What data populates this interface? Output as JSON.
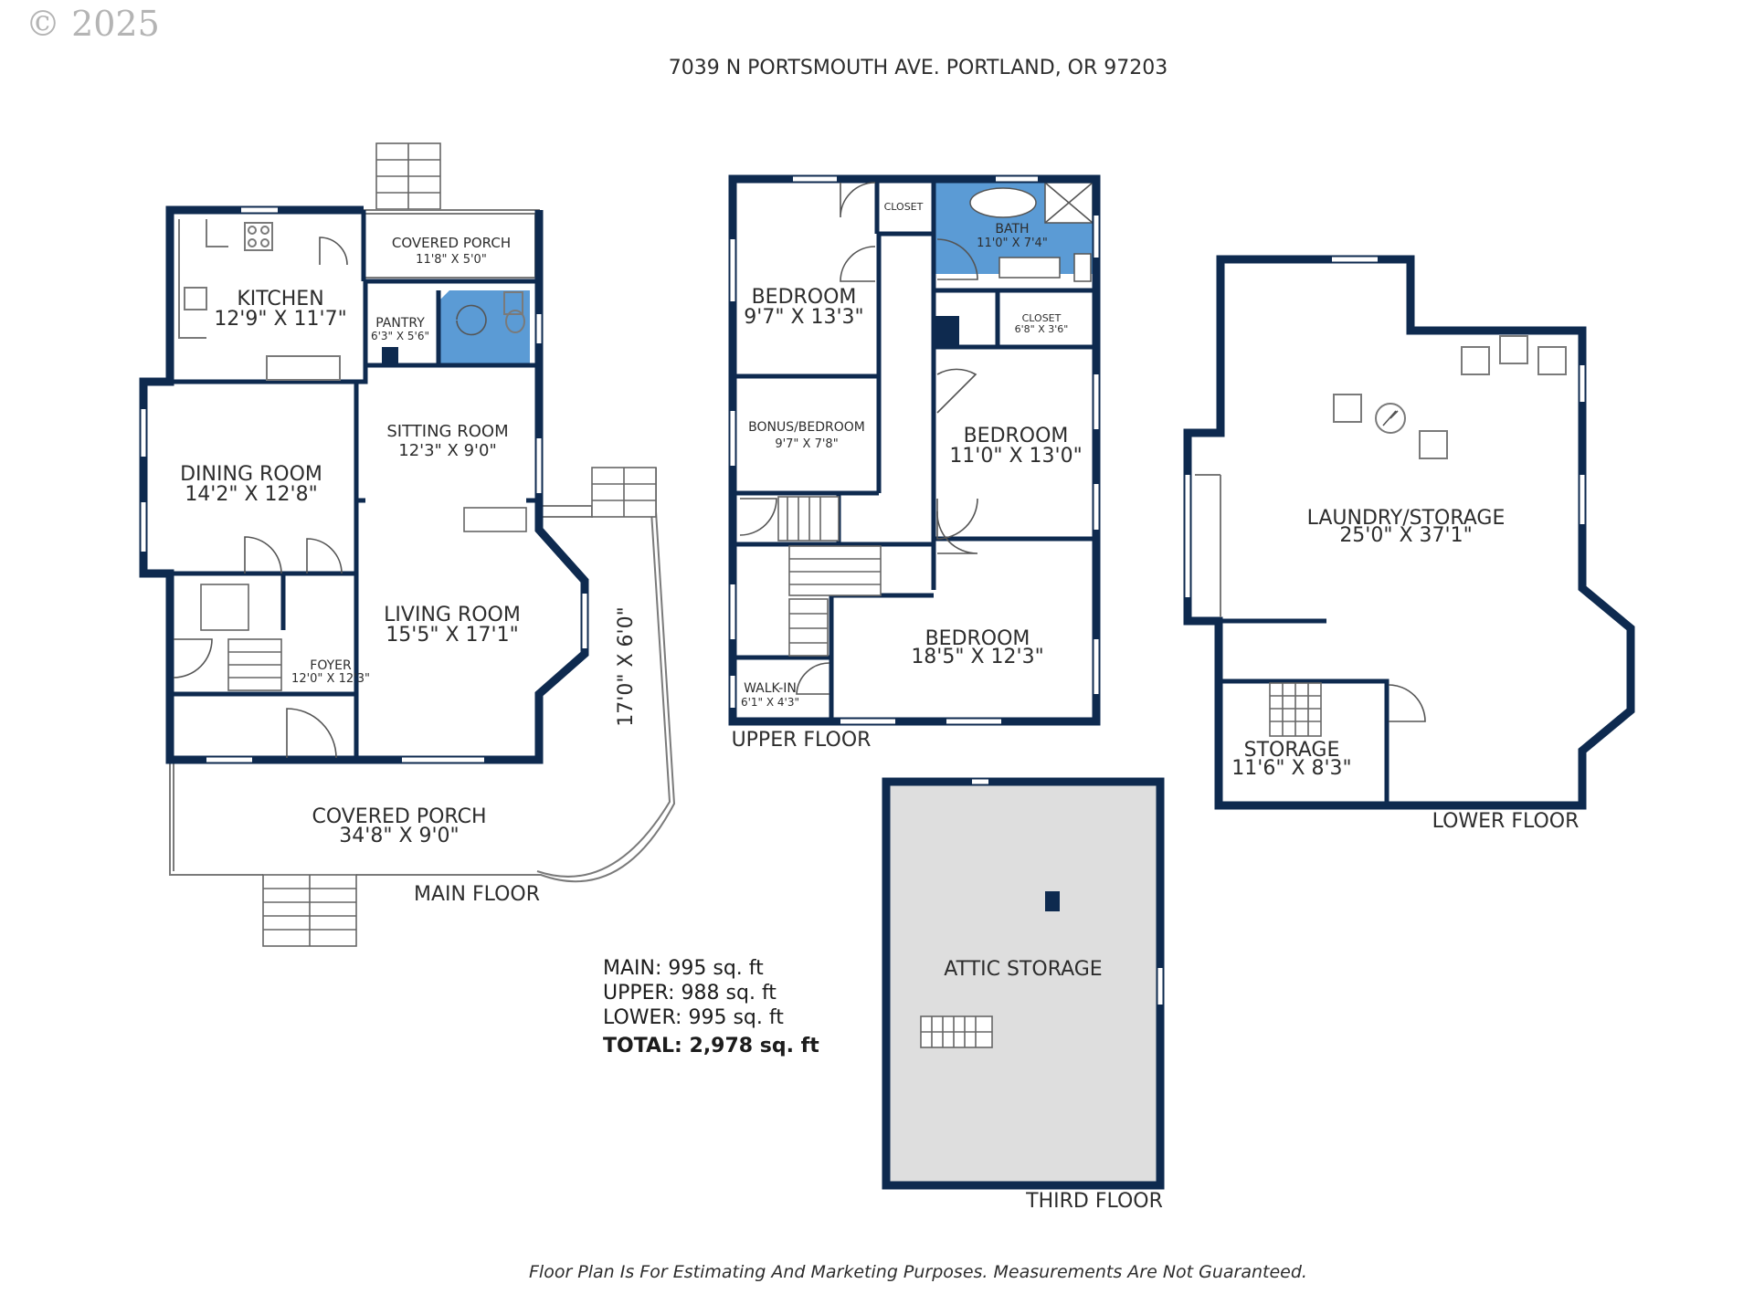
{
  "copyright": "© 2025",
  "address": "7039 N PORTSMOUTH AVE. PORTLAND, OR 97203",
  "floors": {
    "main": "MAIN FLOOR",
    "upper": "UPPER FLOOR",
    "lower": "LOWER FLOOR",
    "third": "THIRD FLOOR"
  },
  "rooms": {
    "main": {
      "kitchen": {
        "name": "KITCHEN",
        "dim": "12'9\" X 11'7\""
      },
      "covered_porch_back": {
        "name": "COVERED PORCH",
        "dim": "11'8\" X 5'0\""
      },
      "pantry": {
        "name": "PANTRY",
        "dim": "6'3\" X 5'6\""
      },
      "dining_room": {
        "name": "DINING ROOM",
        "dim": "14'2\" X 12'8\""
      },
      "sitting_room": {
        "name": "SITTING ROOM",
        "dim": "12'3\" X 9'0\""
      },
      "living_room": {
        "name": "LIVING ROOM",
        "dim": "15'5\" X 17'1\""
      },
      "foyer": {
        "name": "FOYER",
        "dim": "12'0\" X 12'3\""
      },
      "covered_porch_front": {
        "name": "COVERED PORCH",
        "dim": "34'8\" X 9'0\""
      },
      "side_porch_dim": "17'0\" X 6'0\""
    },
    "upper": {
      "closet": {
        "name": "CLOSET"
      },
      "bath": {
        "name": "BATH",
        "dim": "11'0\" X 7'4\""
      },
      "bedroom_nw": {
        "name": "BEDROOM",
        "dim": "9'7\" X 13'3\""
      },
      "closet2": {
        "name": "CLOSET",
        "dim": "6'8\" X 3'6\""
      },
      "bonus": {
        "name": "BONUS/BEDROOM",
        "dim": "9'7\" X 7'8\""
      },
      "bedroom_e": {
        "name": "BEDROOM",
        "dim": "11'0\" X 13'0\""
      },
      "bedroom_s": {
        "name": "BEDROOM",
        "dim": "18'5\" X 12'3\""
      },
      "walkin": {
        "name": "WALK-IN",
        "dim": "6'1\" X 4'3\""
      }
    },
    "lower": {
      "laundry": {
        "name": "LAUNDRY/STORAGE",
        "dim": "25'0\" X 37'1\""
      },
      "storage": {
        "name": "STORAGE",
        "dim": "11'6\" X 8'3\""
      }
    },
    "third": {
      "attic": {
        "name": "ATTIC STORAGE"
      }
    }
  },
  "totals": {
    "main": "MAIN: 995 sq. ft",
    "upper": "UPPER: 988 sq. ft",
    "lower": "LOWER: 995 sq. ft",
    "total": "TOTAL: 2,978 sq. ft"
  },
  "disclaimer": "Floor Plan Is For Estimating And Marketing Purposes. Measurements Are Not Guaranteed.",
  "colors": {
    "wall": "#0e2a4f",
    "bath_fill": "#5b9bd5",
    "attic_fill": "#dedede",
    "window": "#ffffff"
  }
}
